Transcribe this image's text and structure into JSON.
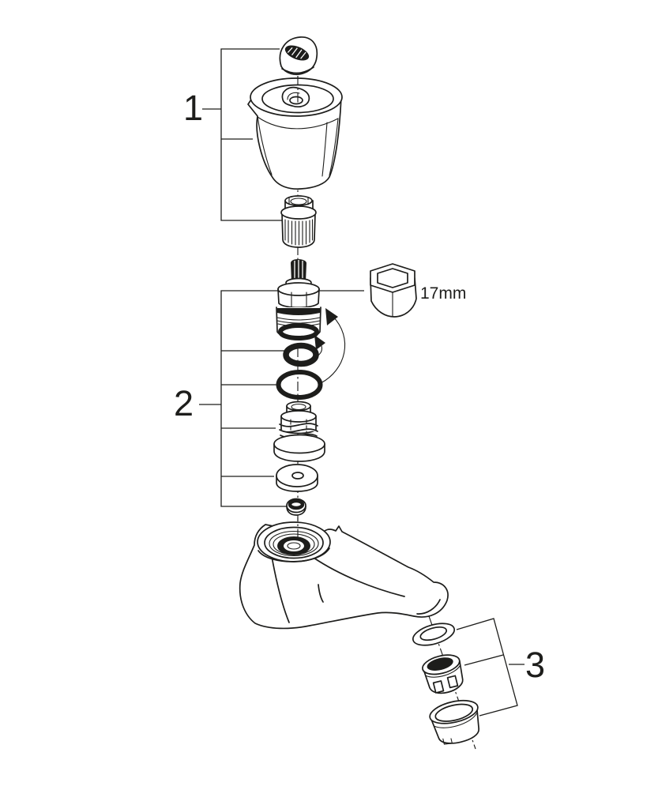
{
  "canvas": {
    "background_color": "#ffffff",
    "ink_color": "#1d1d1b",
    "type": "exploded-parts-diagram"
  },
  "callouts": [
    {
      "label": "1",
      "parts": [
        "indicator-cap",
        "handle-knob",
        "spline-adapter"
      ]
    },
    {
      "label": "2",
      "parts": [
        "headpart-cartridge",
        "o-ring-small",
        "o-ring-large",
        "valve-piston",
        "flat-washer",
        "seat-seal"
      ]
    },
    {
      "label": "3",
      "parts": [
        "spout-gasket",
        "aerator-insert",
        "aerator-shell"
      ]
    }
  ],
  "annotations": {
    "wrench_size_label": "17mm",
    "wrench_icon": "hex-socket-icon",
    "arrows": "curved-assembly-arrows"
  },
  "uncalled_parts": [
    "tap-spout-body"
  ]
}
